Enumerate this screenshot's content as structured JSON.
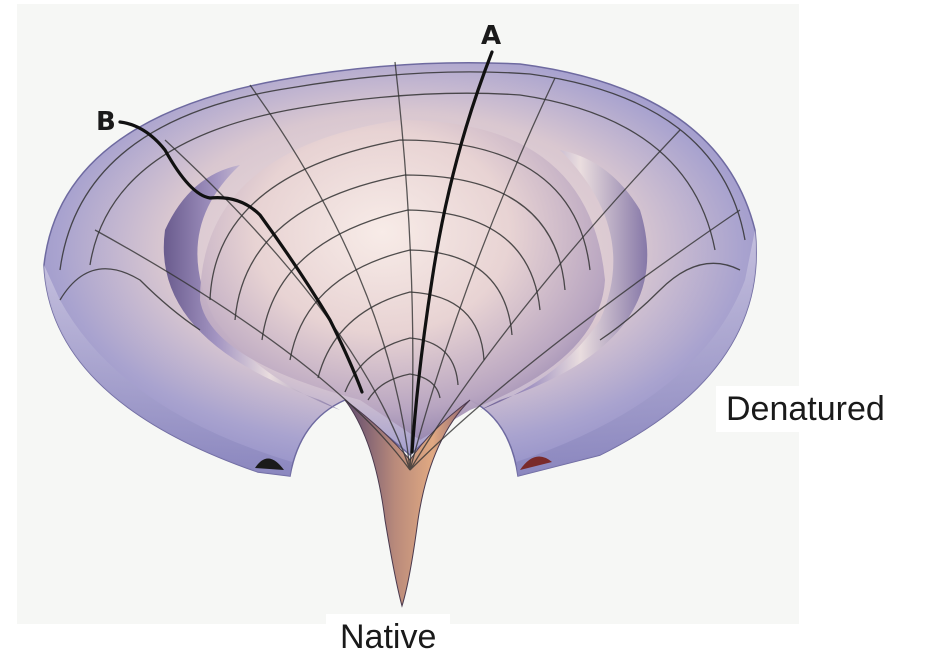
{
  "figure": {
    "path_a_label": "A",
    "path_b_label": "B",
    "denatured_label": "Denatured",
    "native_label": "Native"
  },
  "colors": {
    "rim_purple": "#8f8cc4",
    "inner_pink": "#f1dedd",
    "deep_purple": "#6b5a8e",
    "funnel_tip": "#c99070",
    "grid_lines": "#333333",
    "trajectories": "#111111",
    "trap_red": "#7a2a2a"
  }
}
